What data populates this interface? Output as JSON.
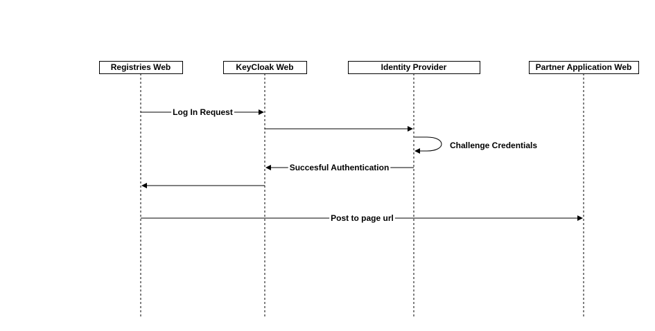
{
  "participants": [
    {
      "id": "registries",
      "label": "Registries Web"
    },
    {
      "id": "keycloak",
      "label": "KeyCloak Web"
    },
    {
      "id": "idp",
      "label": "Identity Provider"
    },
    {
      "id": "partner",
      "label": "Partner Application Web"
    }
  ],
  "messages": [
    {
      "from": "registries",
      "to": "keycloak",
      "label": "Log In Request"
    },
    {
      "from": "keycloak",
      "to": "idp",
      "label": ""
    },
    {
      "from": "idp",
      "to": "idp",
      "label": "Challenge Credentials"
    },
    {
      "from": "idp",
      "to": "keycloak",
      "label": "Succesful Authentication"
    },
    {
      "from": "keycloak",
      "to": "registries",
      "label": ""
    },
    {
      "from": "registries",
      "to": "partner",
      "label": "Post to page url"
    }
  ]
}
